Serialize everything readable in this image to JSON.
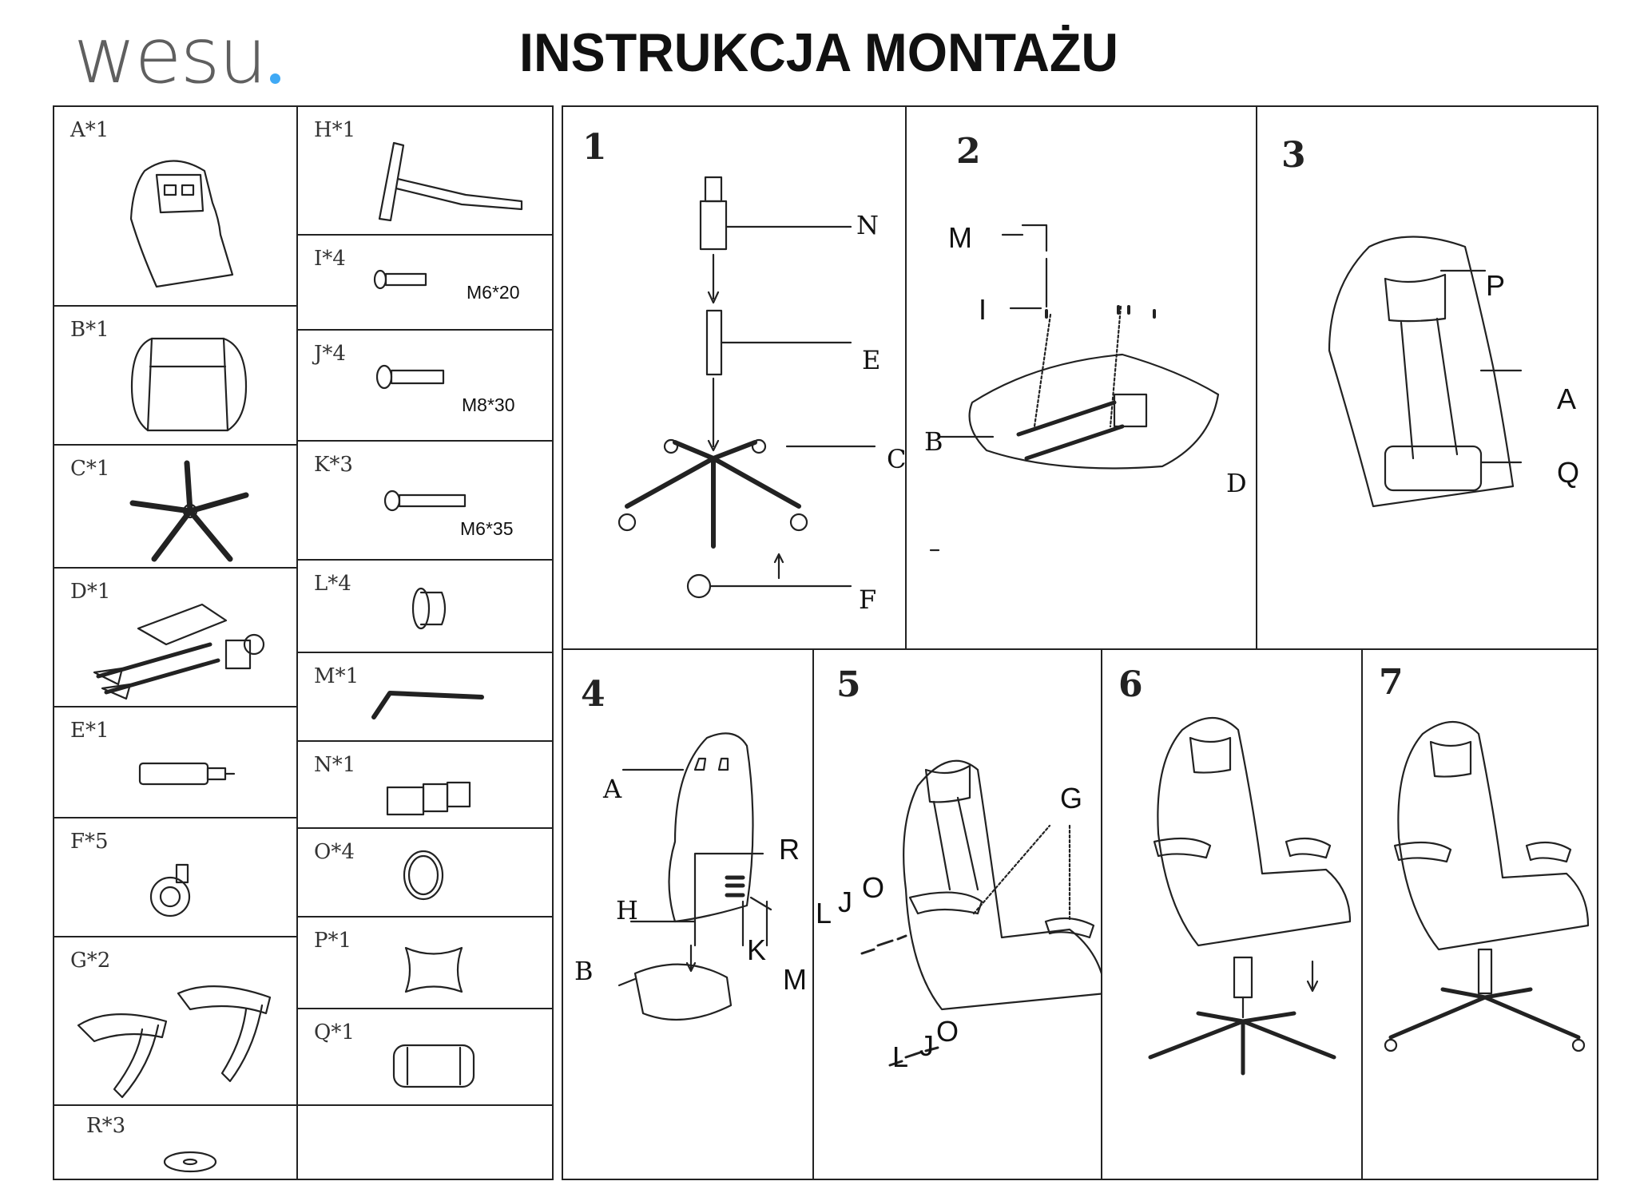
{
  "header": {
    "logo": "wesu",
    "title": "INSTRUKCJA MONTAŻU"
  },
  "parts": {
    "A": {
      "label": "A*1"
    },
    "B": {
      "label": "B*1"
    },
    "C": {
      "label": "C*1"
    },
    "D": {
      "label": "D*1"
    },
    "E": {
      "label": "E*1"
    },
    "F": {
      "label": "F*5"
    },
    "G": {
      "label": "G*2"
    },
    "R": {
      "label": "R*3"
    },
    "H": {
      "label": "H*1"
    },
    "I": {
      "label": "I*4",
      "spec": "M6*20"
    },
    "J": {
      "label": "J*4",
      "spec": "M8*30"
    },
    "K": {
      "label": "K*3",
      "spec": "M6*35"
    },
    "L": {
      "label": "L*4"
    },
    "M": {
      "label": "M*1"
    },
    "N": {
      "label": "N*1"
    },
    "O": {
      "label": "O*4"
    },
    "P": {
      "label": "P*1"
    },
    "Q": {
      "label": "Q*1"
    }
  },
  "steps": {
    "s1": {
      "number": "1",
      "callouts": [
        "N",
        "E",
        "C",
        "F"
      ]
    },
    "s2": {
      "number": "2",
      "callouts": [
        "M",
        "I",
        "B",
        "D"
      ]
    },
    "s3": {
      "number": "3",
      "callouts": [
        "P",
        "A",
        "Q"
      ]
    },
    "s4": {
      "number": "4",
      "callouts": [
        "A",
        "R",
        "H",
        "K",
        "M",
        "B"
      ]
    },
    "s5": {
      "number": "5",
      "callouts": [
        "G",
        "L",
        "J",
        "O",
        "L",
        "J",
        "O"
      ]
    },
    "s6": {
      "number": "6"
    },
    "s7": {
      "number": "7"
    }
  }
}
